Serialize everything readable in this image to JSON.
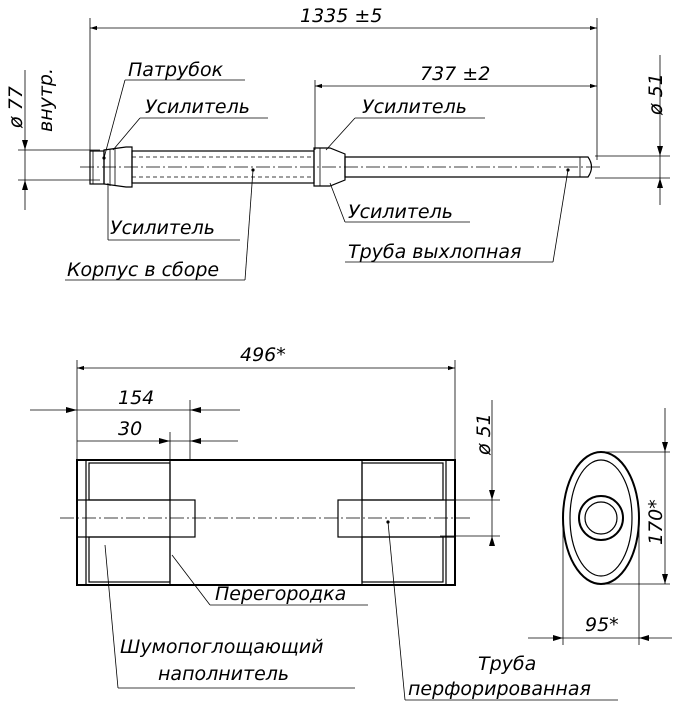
{
  "top_view": {
    "dim_total": "1335 ±5",
    "dim_pipe": "737 ±2",
    "dim_d77": "ø 77",
    "dim_d77_note": "внутр.",
    "dim_d51": "ø 51",
    "label_patrubok": "Патрубок",
    "label_usilitel_1": "Усилитель",
    "label_usilitel_2": "Усилитель",
    "label_usilitel_3": "Усилитель",
    "label_usilitel_4": "Усилитель",
    "label_korpus": "Корпус в сборе",
    "label_truba_vykhl": "Труба выхлопная"
  },
  "section_view": {
    "dim_length": "496*",
    "dim_154": "154",
    "dim_30": "30",
    "dim_d51": "ø 51",
    "label_peregorodka": "Перегородка",
    "label_filler_1": "Шумопоглощающий",
    "label_filler_2": "наполнитель",
    "label_pipe_1": "Труба",
    "label_pipe_2": "перфорированная"
  },
  "end_view": {
    "dim_height": "170*",
    "dim_width": "95*"
  }
}
